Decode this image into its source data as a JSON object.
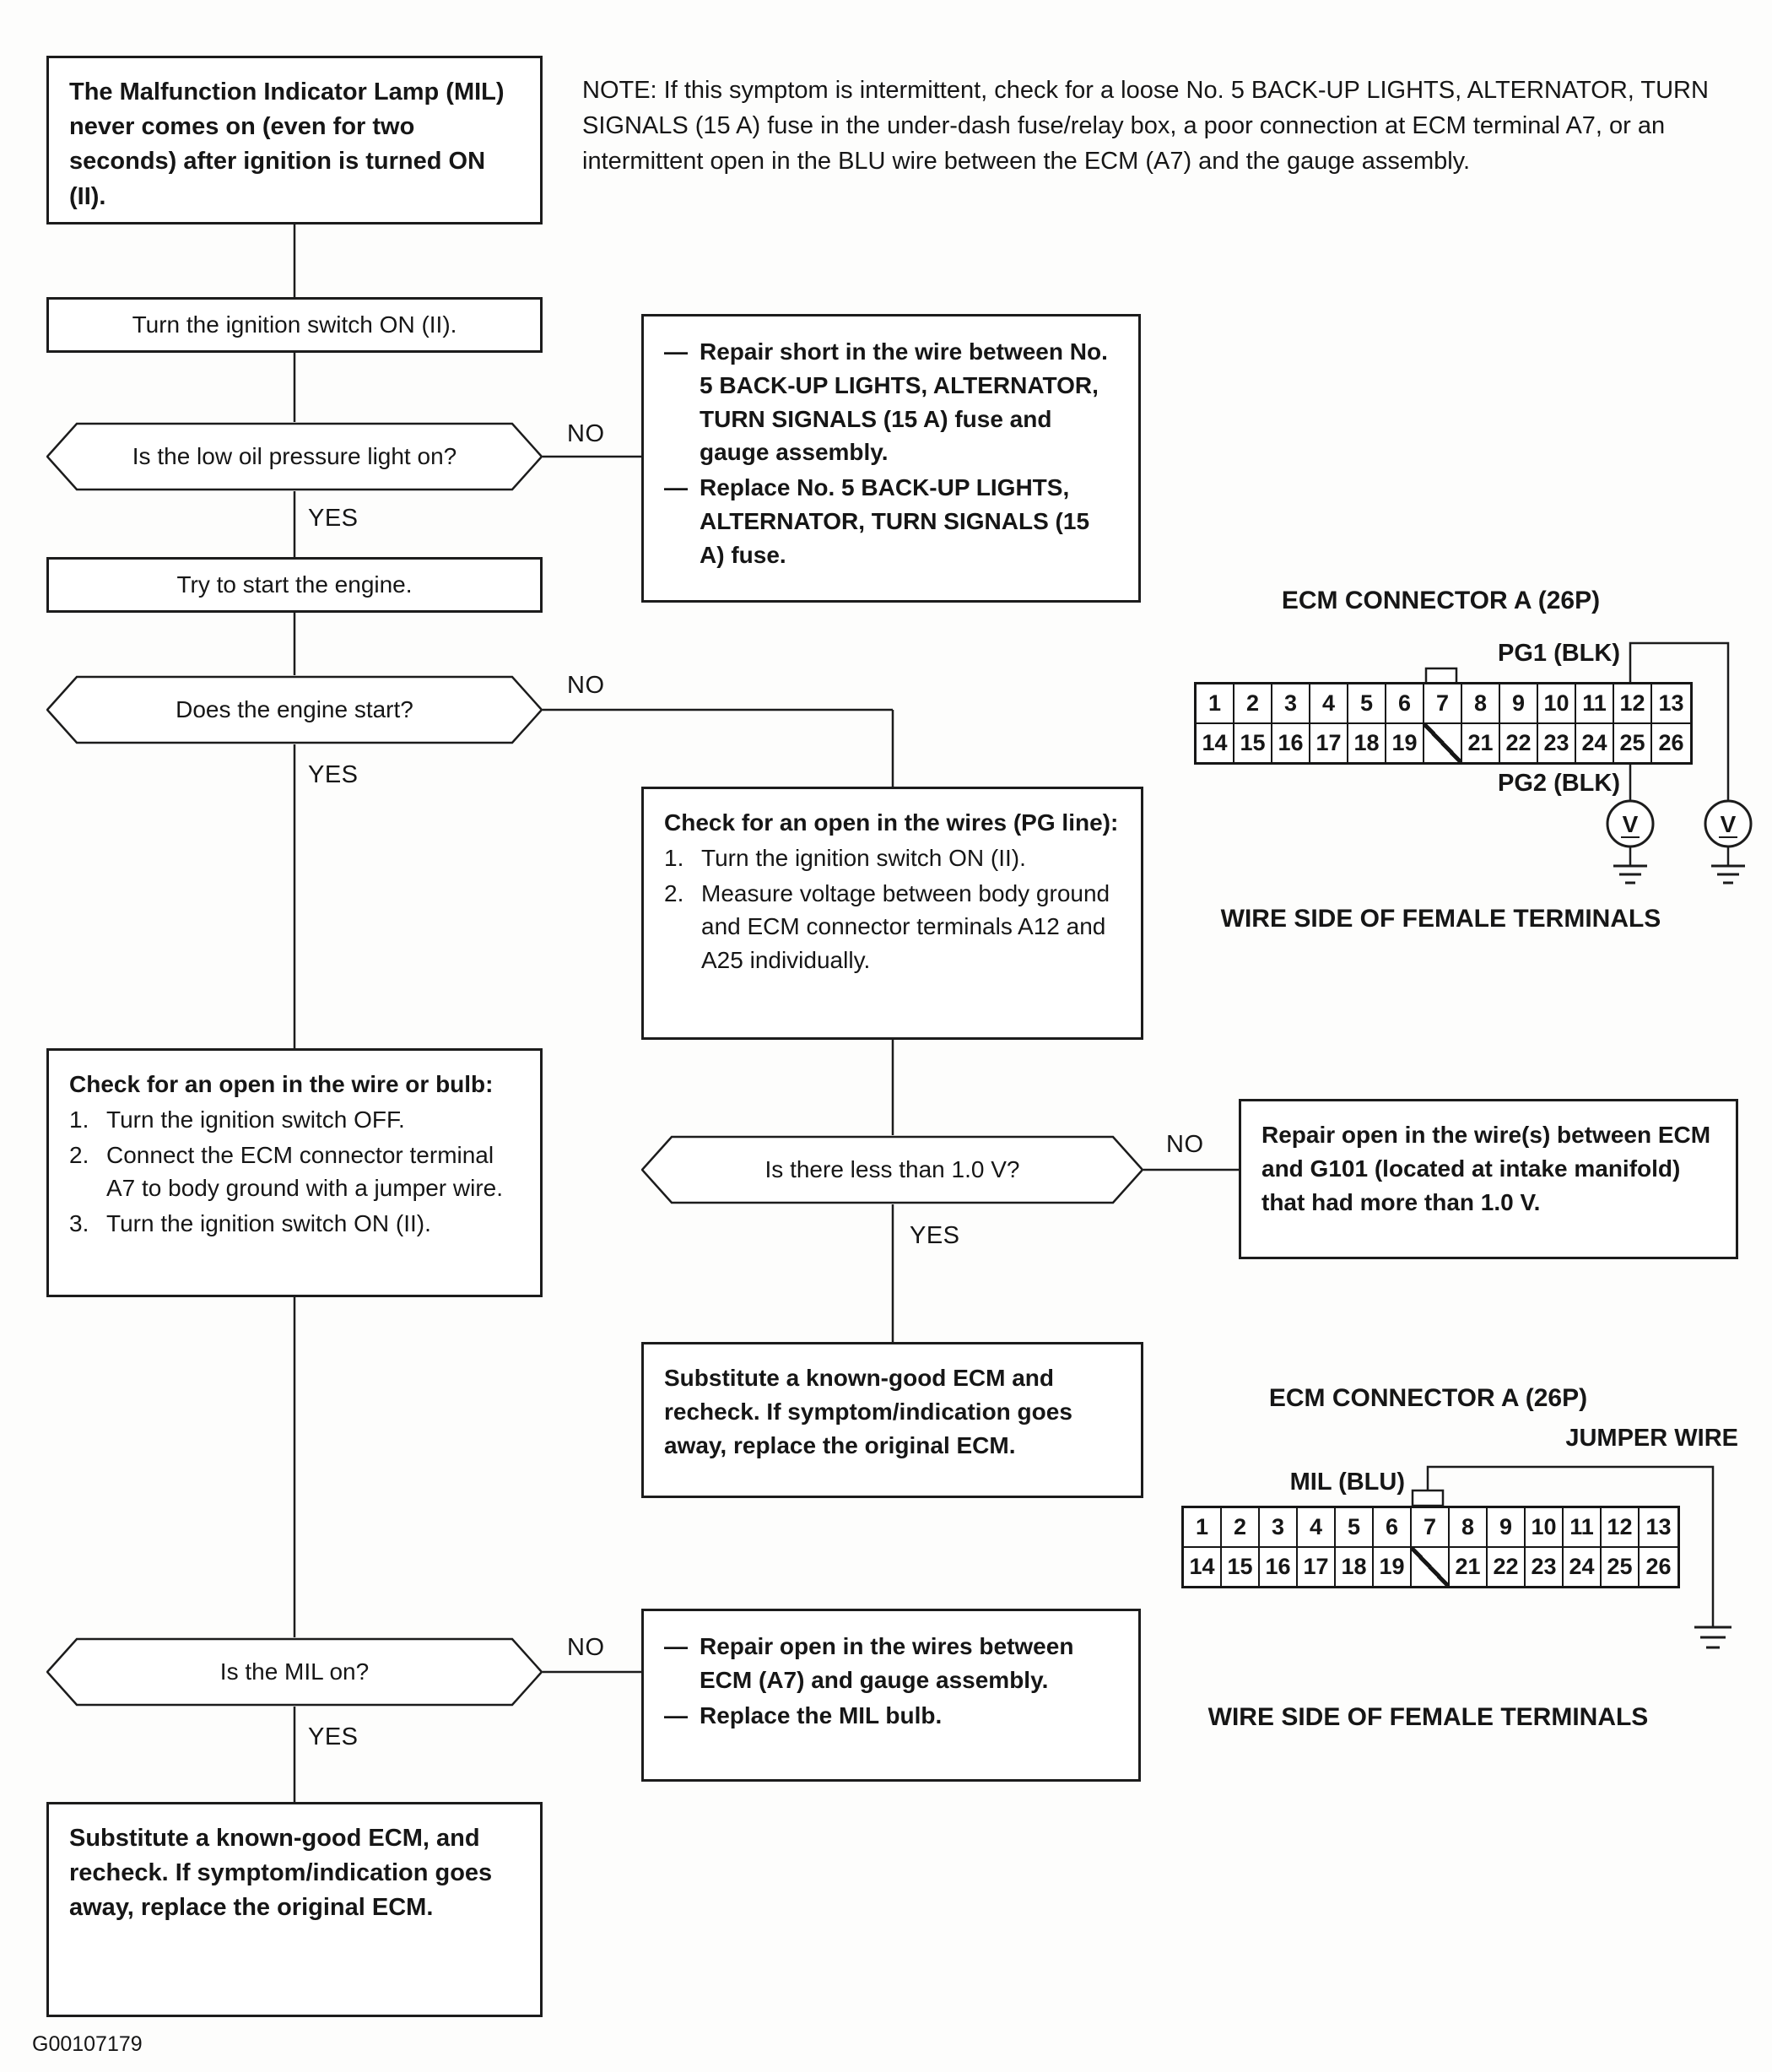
{
  "page": {
    "note": "NOTE: If this symptom is intermittent, check for a loose No. 5 BACK-UP LIGHTS, ALTERNATOR, TURN SIGNALS (15 A) fuse in the under-dash fuse/relay box, a poor connection at ECM terminal A7, or an intermittent open in the BLU wire between the ECM (A7) and the gauge assembly.",
    "footer_code": "G00107179"
  },
  "flow": {
    "yes": "YES",
    "no": "NO",
    "start": "The Malfunction Indicator Lamp (MIL) never comes on (even for two seconds) after ignition is turned ON (II).",
    "step_ignition_on": "Turn the ignition switch ON (II).",
    "q_oil_pressure": "Is the low oil pressure light on?",
    "repair_short": {
      "items": [
        {
          "n": "—",
          "text": "Repair short in the wire between No. 5 BACK-UP LIGHTS, ALTERNATOR, TURN SIGNALS (15 A) fuse and gauge assembly."
        },
        {
          "n": "—",
          "text": "Replace No. 5 BACK-UP LIGHTS, ALTERNATOR, TURN SIGNALS (15 A) fuse."
        }
      ]
    },
    "step_start_engine": "Try to start the engine.",
    "q_engine_start": "Does the engine start?",
    "pg_check": {
      "title": "Check for an open in the wires (PG line):",
      "items": [
        {
          "n": "1.",
          "text": "Turn the ignition switch ON (II)."
        },
        {
          "n": "2.",
          "text": "Measure voltage between body ground and ECM connector terminals A12 and A25 individually."
        }
      ]
    },
    "wire_bulb_check": {
      "title": "Check for an open in the wire or bulb:",
      "items": [
        {
          "n": "1.",
          "text": "Turn the ignition switch OFF."
        },
        {
          "n": "2.",
          "text": "Connect the ECM connector terminal A7 to body ground with a jumper wire."
        },
        {
          "n": "3.",
          "text": "Turn the ignition switch ON (II)."
        }
      ]
    },
    "q_less_than_1v": "Is there less than 1.0 V?",
    "repair_g101": "Repair open in the wire(s) between ECM and G101 (located at intake manifold) that had more than 1.0 V.",
    "substitute_ecm_1": "Substitute a known-good ECM and recheck. If symptom/indication goes away, replace the original ECM.",
    "q_mil_on": "Is the MIL on?",
    "repair_mil": {
      "items": [
        {
          "n": "—",
          "text": "Repair open in the wires between ECM (A7) and gauge assembly."
        },
        {
          "n": "—",
          "text": "Replace the MIL bulb."
        }
      ]
    },
    "substitute_ecm_2": "Substitute a known-good ECM, and recheck. If symptom/indication goes away, replace the original ECM."
  },
  "connector1": {
    "title": "ECM CONNECTOR A (26P)",
    "pg1_label": "PG1 (BLK)",
    "pg2_label": "PG2 (BLK)",
    "voltmeter_symbol": "V",
    "caption": "WIRE SIDE OF FEMALE TERMINALS"
  },
  "connector2": {
    "title": "ECM CONNECTOR A (26P)",
    "jumper_label": "JUMPER WIRE",
    "mil_label": "MIL (BLU)",
    "caption": "WIRE SIDE OF FEMALE TERMINALS"
  },
  "connector_pins": {
    "row1": [
      "1",
      "2",
      "3",
      "4",
      "5",
      "6",
      "7",
      "8",
      "9",
      "10",
      "11",
      "12",
      "13"
    ],
    "row2": [
      "14",
      "15",
      "16",
      "17",
      "18",
      "19",
      "",
      "21",
      "22",
      "23",
      "24",
      "25",
      "26"
    ]
  }
}
